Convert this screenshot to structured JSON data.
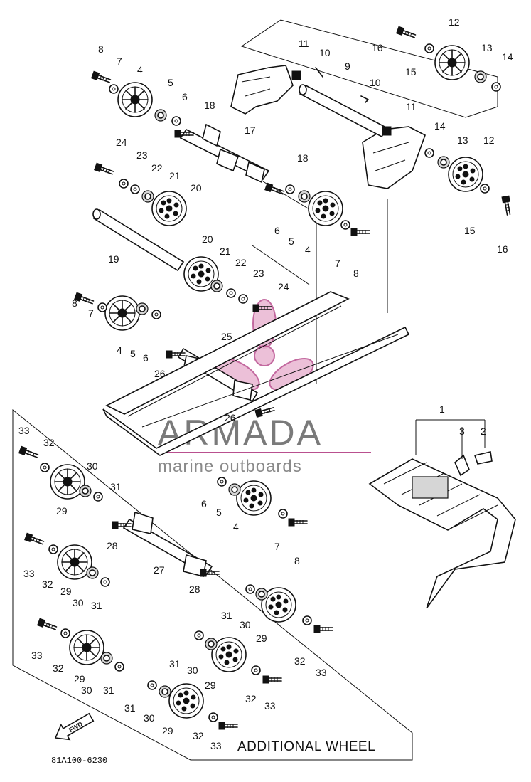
{
  "diagram_code": "81A100-6230",
  "additional_label": "ADDITIONAL WHEEL",
  "fwd_label": "FWD",
  "watermark": {
    "brand": "ARMADA",
    "tagline": "marine outboards",
    "brand_color": "#b9508f"
  },
  "callouts": [
    {
      "id": "c1",
      "n": "8"
    },
    {
      "id": "c2",
      "n": "7"
    },
    {
      "id": "c3",
      "n": "4"
    },
    {
      "id": "c4",
      "n": "5"
    },
    {
      "id": "c5",
      "n": "6"
    },
    {
      "id": "c6",
      "n": "18"
    },
    {
      "id": "c7",
      "n": "11"
    },
    {
      "id": "c8",
      "n": "10"
    },
    {
      "id": "c9",
      "n": "9"
    },
    {
      "id": "c10",
      "n": "10"
    },
    {
      "id": "c11",
      "n": "11"
    },
    {
      "id": "c12",
      "n": "16"
    },
    {
      "id": "c13",
      "n": "15"
    },
    {
      "id": "c14",
      "n": "12"
    },
    {
      "id": "c15",
      "n": "13"
    },
    {
      "id": "c16",
      "n": "14"
    },
    {
      "id": "c17",
      "n": "14"
    },
    {
      "id": "c18",
      "n": "13"
    },
    {
      "id": "c19",
      "n": "12"
    },
    {
      "id": "c20",
      "n": "15"
    },
    {
      "id": "c21",
      "n": "16"
    },
    {
      "id": "c22",
      "n": "17"
    },
    {
      "id": "c23",
      "n": "24"
    },
    {
      "id": "c24",
      "n": "23"
    },
    {
      "id": "c25",
      "n": "22"
    },
    {
      "id": "c26",
      "n": "21"
    },
    {
      "id": "c27",
      "n": "20"
    },
    {
      "id": "c28",
      "n": "18"
    },
    {
      "id": "c29",
      "n": "6"
    },
    {
      "id": "c30",
      "n": "5"
    },
    {
      "id": "c31",
      "n": "4"
    },
    {
      "id": "c32",
      "n": "7"
    },
    {
      "id": "c33",
      "n": "8"
    },
    {
      "id": "c34",
      "n": "19"
    },
    {
      "id": "c35",
      "n": "20"
    },
    {
      "id": "c36",
      "n": "21"
    },
    {
      "id": "c37",
      "n": "22"
    },
    {
      "id": "c38",
      "n": "23"
    },
    {
      "id": "c39",
      "n": "24"
    },
    {
      "id": "c40",
      "n": "8"
    },
    {
      "id": "c41",
      "n": "7"
    },
    {
      "id": "c42",
      "n": "4"
    },
    {
      "id": "c43",
      "n": "5"
    },
    {
      "id": "c44",
      "n": "6"
    },
    {
      "id": "c45",
      "n": "25"
    },
    {
      "id": "c46",
      "n": "26"
    },
    {
      "id": "c47",
      "n": "26"
    },
    {
      "id": "c48",
      "n": "1"
    },
    {
      "id": "c49",
      "n": "3"
    },
    {
      "id": "c50",
      "n": "2"
    },
    {
      "id": "c51",
      "n": "33"
    },
    {
      "id": "c52",
      "n": "32"
    },
    {
      "id": "c53",
      "n": "30"
    },
    {
      "id": "c54",
      "n": "31"
    },
    {
      "id": "c55",
      "n": "29"
    },
    {
      "id": "c56",
      "n": "6"
    },
    {
      "id": "c57",
      "n": "5"
    },
    {
      "id": "c58",
      "n": "4"
    },
    {
      "id": "c59",
      "n": "7"
    },
    {
      "id": "c60",
      "n": "8"
    },
    {
      "id": "c61",
      "n": "28"
    },
    {
      "id": "c62",
      "n": "27"
    },
    {
      "id": "c63",
      "n": "28"
    },
    {
      "id": "c64",
      "n": "33"
    },
    {
      "id": "c65",
      "n": "32"
    },
    {
      "id": "c66",
      "n": "29"
    },
    {
      "id": "c67",
      "n": "30"
    },
    {
      "id": "c68",
      "n": "31"
    },
    {
      "id": "c69",
      "n": "31"
    },
    {
      "id": "c70",
      "n": "30"
    },
    {
      "id": "c71",
      "n": "29"
    },
    {
      "id": "c72",
      "n": "32"
    },
    {
      "id": "c73",
      "n": "33"
    },
    {
      "id": "c74",
      "n": "33"
    },
    {
      "id": "c75",
      "n": "32"
    },
    {
      "id": "c76",
      "n": "29"
    },
    {
      "id": "c77",
      "n": "30"
    },
    {
      "id": "c78",
      "n": "31"
    },
    {
      "id": "c79",
      "n": "31"
    },
    {
      "id": "c80",
      "n": "30"
    },
    {
      "id": "c81",
      "n": "29"
    },
    {
      "id": "c82",
      "n": "32"
    },
    {
      "id": "c83",
      "n": "33"
    },
    {
      "id": "c84",
      "n": "31"
    },
    {
      "id": "c85",
      "n": "30"
    },
    {
      "id": "c86",
      "n": "29"
    },
    {
      "id": "c87",
      "n": "32"
    },
    {
      "id": "c88",
      "n": "33"
    }
  ]
}
